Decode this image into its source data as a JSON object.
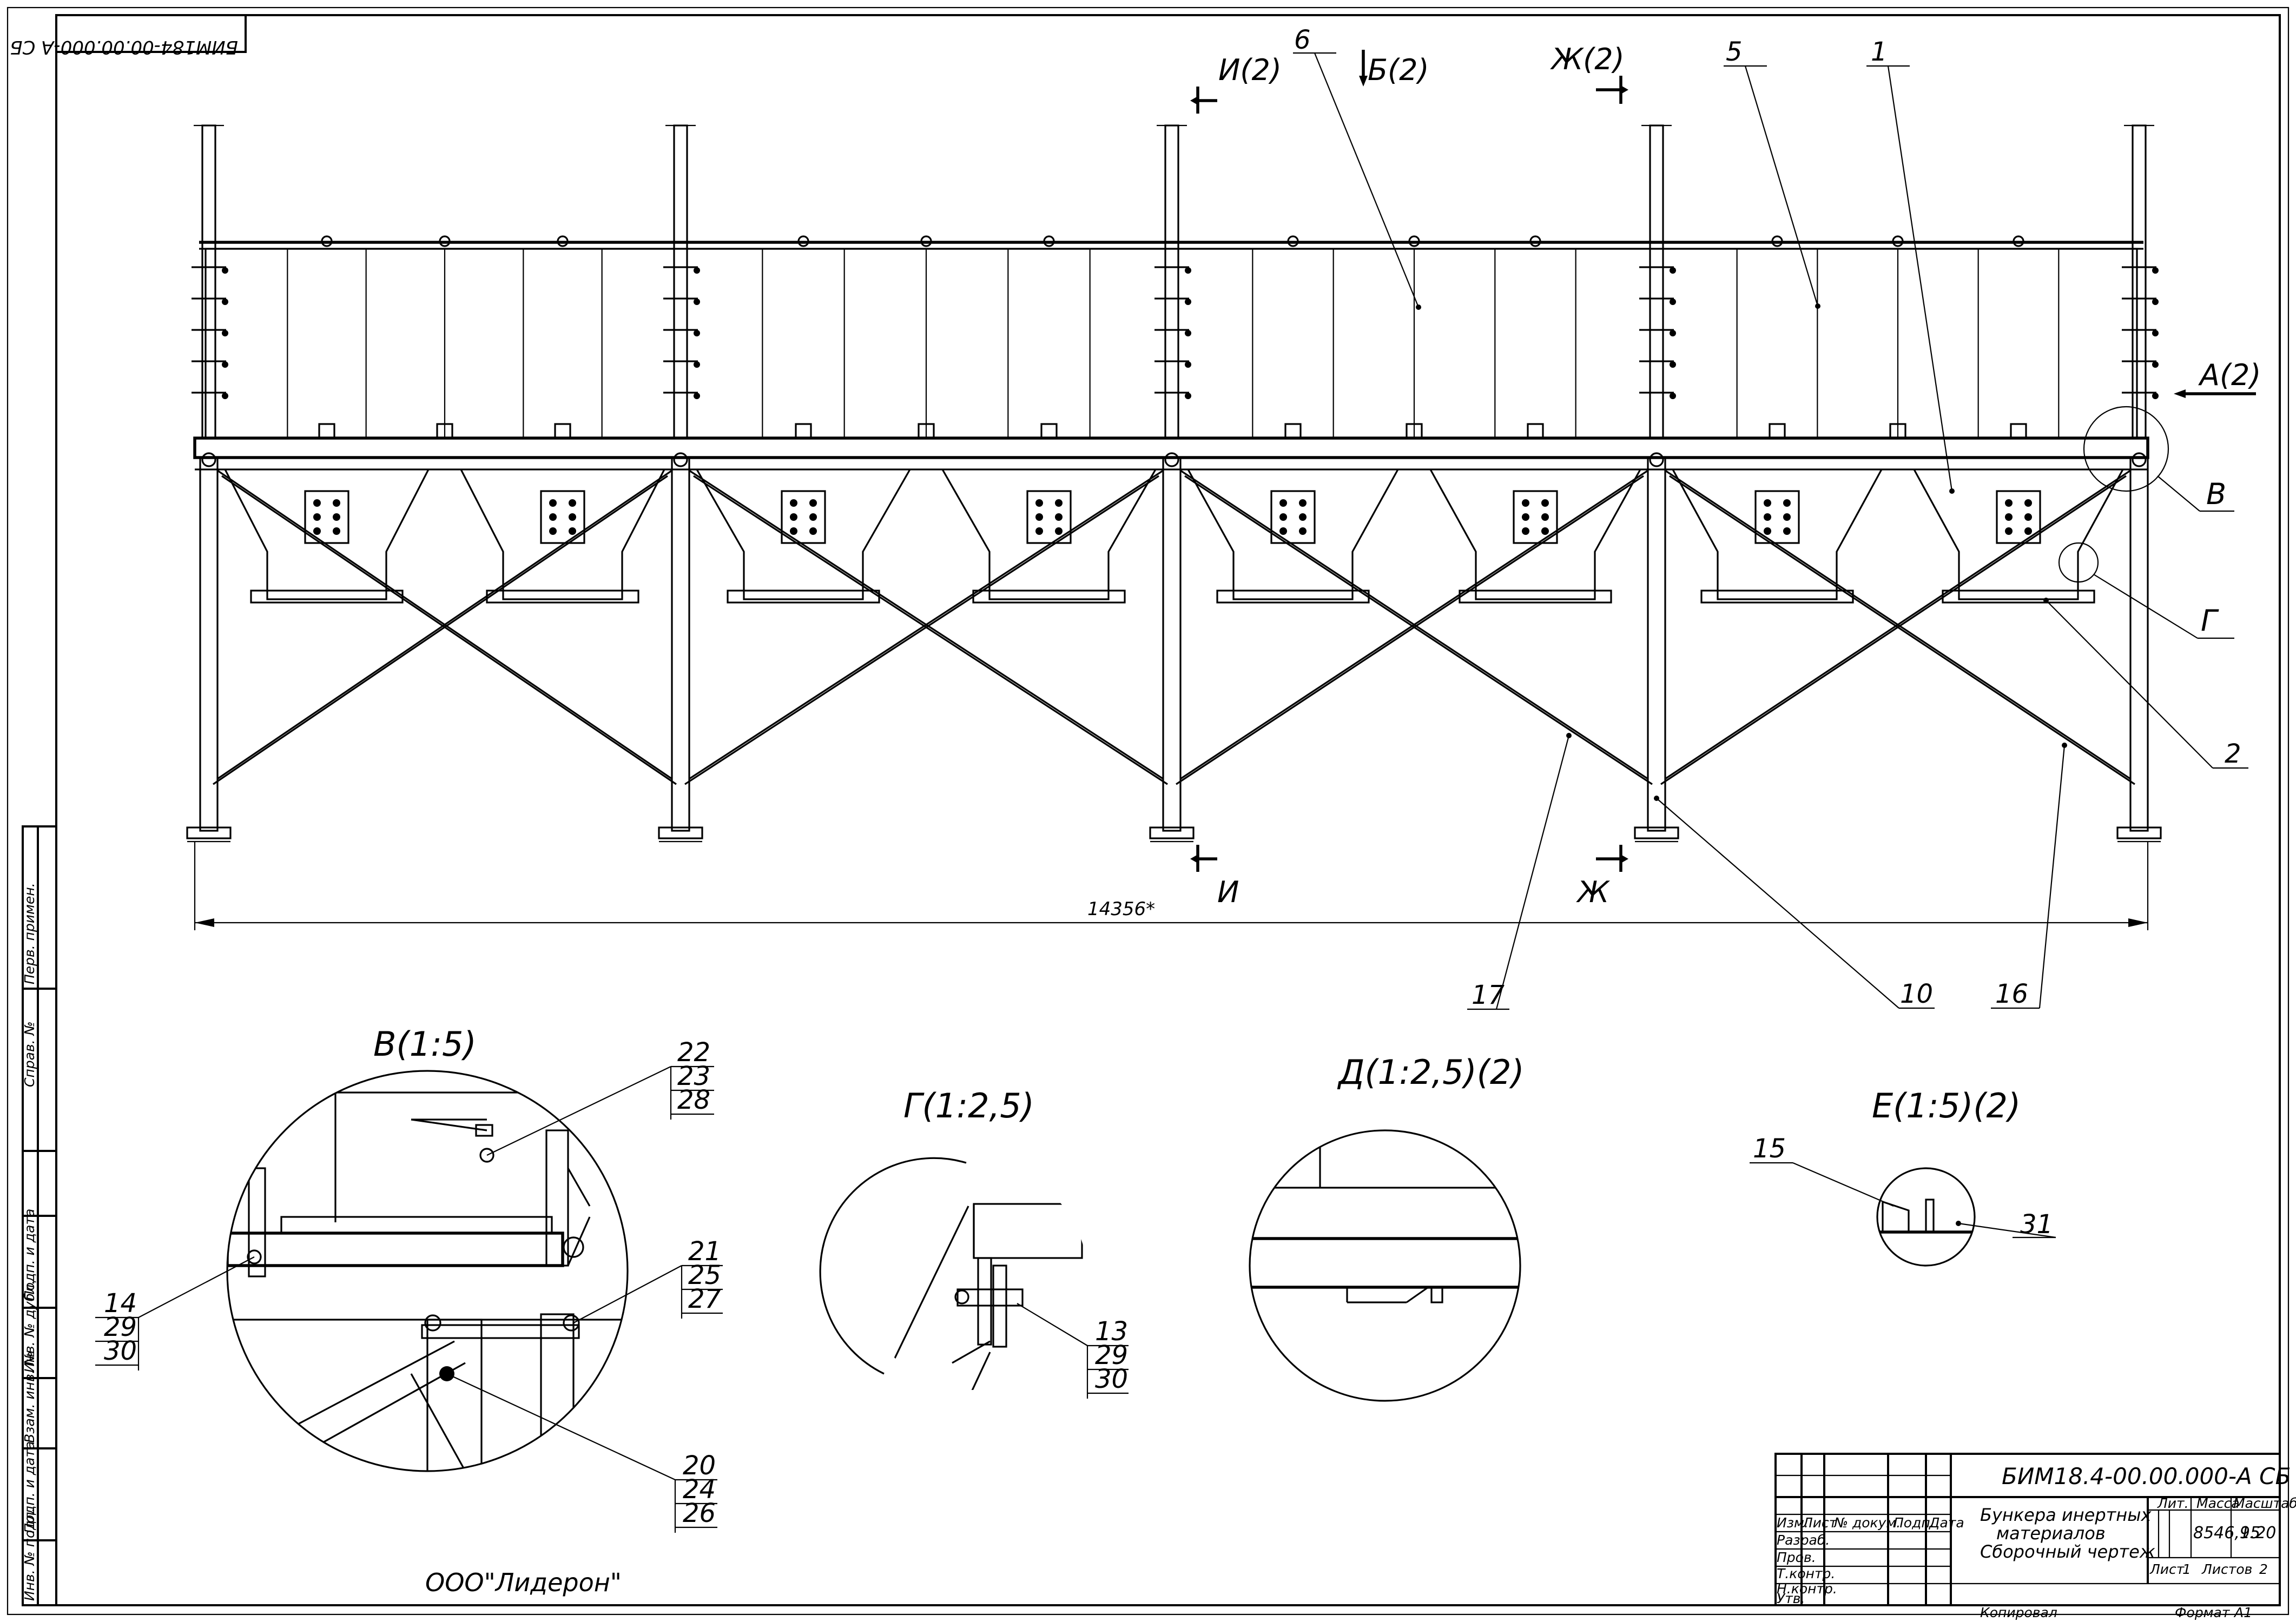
{
  "document_code_rotated": "БИМ184-00.00.000-А СБ",
  "dimension_overall": "14356*",
  "section_labels": {
    "i2": "И(2)",
    "b2": "Б(2)",
    "zh2": "Ж(2)",
    "a2": "А(2)",
    "v": "В",
    "g": "Г",
    "i": "И",
    "zh": "Ж"
  },
  "callouts": {
    "n6": "6",
    "n5": "5",
    "n1": "1",
    "n2": "2",
    "n17": "17",
    "n10": "10",
    "n16": "16"
  },
  "detail_v": {
    "title": "В(1:5)",
    "group_a": [
      "22",
      "23",
      "28"
    ],
    "group_b": [
      "21",
      "25",
      "27"
    ],
    "group_c": [
      "14",
      "29",
      "30"
    ],
    "group_d": [
      "20",
      "24",
      "26"
    ]
  },
  "detail_g": {
    "title": "Г(1:2,5)",
    "group": [
      "13",
      "29",
      "30"
    ]
  },
  "detail_d": {
    "title": "Д(1:2,5)(2)"
  },
  "detail_e": {
    "title": "Е(1:5)(2)",
    "left": "15",
    "right": "31"
  },
  "company": "ООО\"Лидерон\"",
  "side_stamp": {
    "perv_primen": "Перв. примен.",
    "sprav": "Справ. №",
    "podp_data_1": "Подп. и дата",
    "inv_dubl": "Инв. № дубл.",
    "vzam_inv": "Взам. инв. №",
    "podp_data_2": "Подп. и дата",
    "inv_podl": "Инв. № подл."
  },
  "title_block": {
    "code": "БИМ18.4-00.00.000-А СБ",
    "name_line1": "Бункера инертных",
    "name_line2": "материалов",
    "name_line3": "Сборочный чертеж",
    "col_izm": "Изм.",
    "col_list": "Лист",
    "col_ndokum": "№ докум.",
    "col_podp": "Подп.",
    "col_data": "Дата",
    "row_razrab": "Разраб.",
    "row_prov": "Пров.",
    "row_tkontr": "Т.контр.",
    "row_nkontr": "Н.контр.",
    "row_utv": "Утв.",
    "lit": "Лит.",
    "massa": "Масса",
    "masshtab": "Масштаб",
    "mass_value": "8546,95",
    "scale_value": "1:20",
    "list_label": "Лист",
    "list_value": "1",
    "listov_label": "Листов",
    "listov_value": "2",
    "kopiroval": "Копировал",
    "format_label": "Формат",
    "format_value": "А1"
  }
}
